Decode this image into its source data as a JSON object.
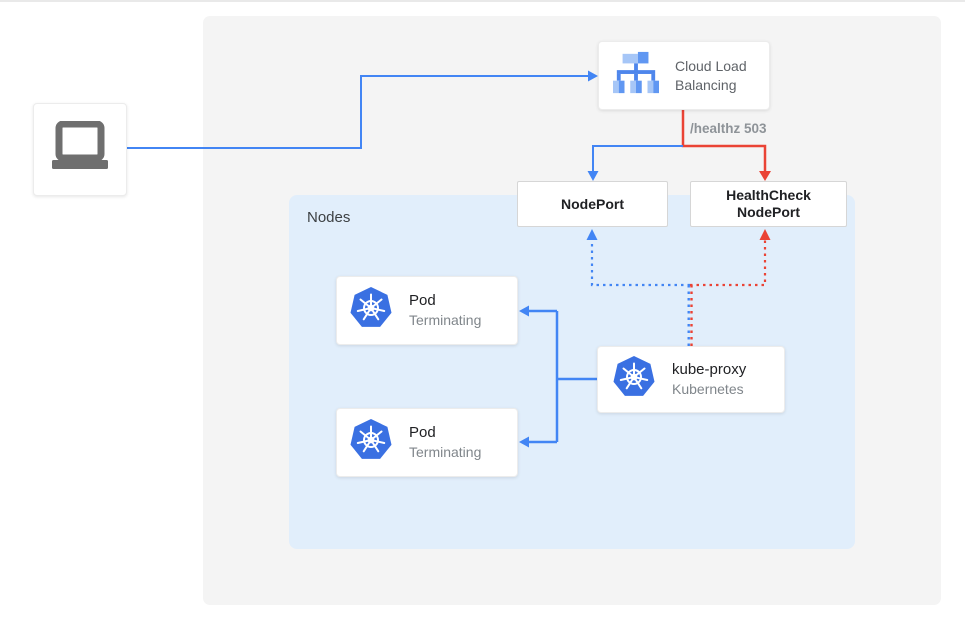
{
  "diagram": {
    "client": {
      "icon": "laptop-icon"
    },
    "load_balancer": {
      "label_line1": "Cloud Load",
      "label_line2": "Balancing"
    },
    "healthz_label": "/healthz 503",
    "nodeport_label": "NodePort",
    "healthcheck": {
      "label_line1": "HealthCheck",
      "label_line2": "NodePort"
    },
    "nodes_container_label": "Nodes",
    "pod1": {
      "title": "Pod",
      "status": "Terminating"
    },
    "pod2": {
      "title": "Pod",
      "status": "Terminating"
    },
    "kube_proxy": {
      "title": "kube-proxy",
      "subtitle": "Kubernetes"
    }
  },
  "colors": {
    "traffic_blue": "#4285f4",
    "failure_red": "#ea4335",
    "nodes_background": "#e1eefb",
    "panel_background": "#f4f4f4",
    "kubernetes_blue": "#3a70e2",
    "icon_gray": "#6f6f6f",
    "muted_text": "#80868b"
  }
}
